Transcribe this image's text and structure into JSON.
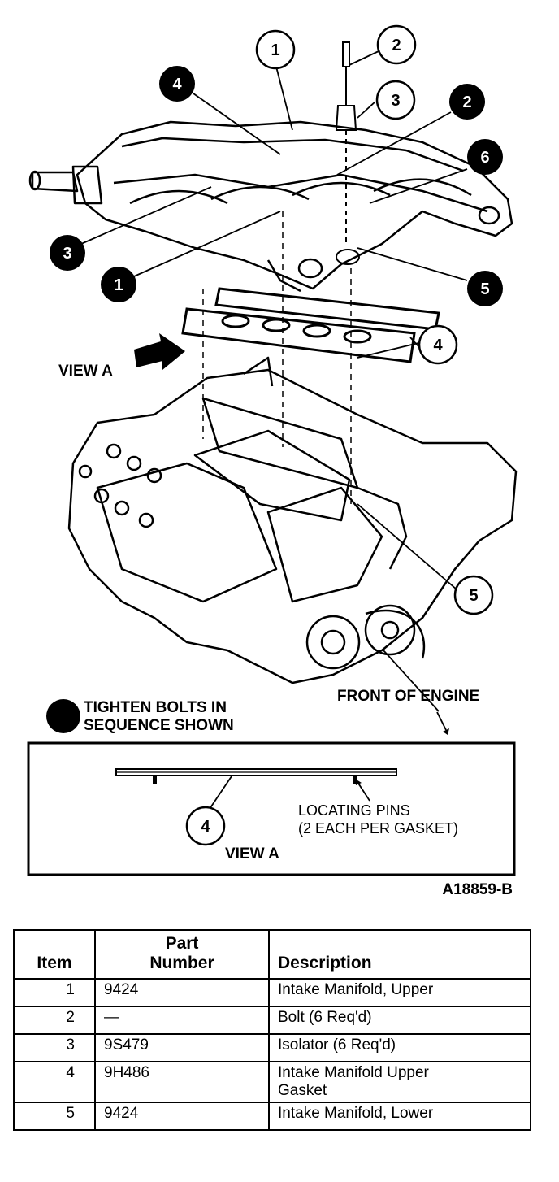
{
  "callouts": {
    "upper_1": "1",
    "upper_2": "2",
    "upper_3": "3",
    "black_4": "4",
    "black_2": "2",
    "black_6": "6",
    "black_3": "3",
    "black_1": "1",
    "black_5": "5",
    "gasket_4": "4",
    "lower_5": "5",
    "view_4": "4"
  },
  "labels": {
    "view_a_top": "VIEW A",
    "tighten_line1": "TIGHTEN BOLTS IN",
    "tighten_line2": "SEQUENCE SHOWN",
    "front_of_engine": "FRONT OF ENGINE",
    "locating_pins_line1": "LOCATING PINS",
    "locating_pins_line2": "(2 EACH PER GASKET)",
    "view_a_bottom": "VIEW A",
    "figure_id": "A18859-B"
  },
  "table": {
    "headers": {
      "item": "Item",
      "part_line1": "Part",
      "part_line2": "Number",
      "description": "Description"
    },
    "rows": [
      {
        "item": "1",
        "part": "9424",
        "desc": "Intake Manifold, Upper",
        "desc2": ""
      },
      {
        "item": "2",
        "part": "—",
        "desc": "Bolt (6 Req'd)",
        "desc2": ""
      },
      {
        "item": "3",
        "part": "9S479",
        "desc": "Isolator (6 Req'd)",
        "desc2": ""
      },
      {
        "item": "4",
        "part": "9H486",
        "desc": "Intake Manifold Upper",
        "desc2": "Gasket"
      },
      {
        "item": "5",
        "part": "9424",
        "desc": "Intake Manifold, Lower",
        "desc2": ""
      }
    ]
  }
}
